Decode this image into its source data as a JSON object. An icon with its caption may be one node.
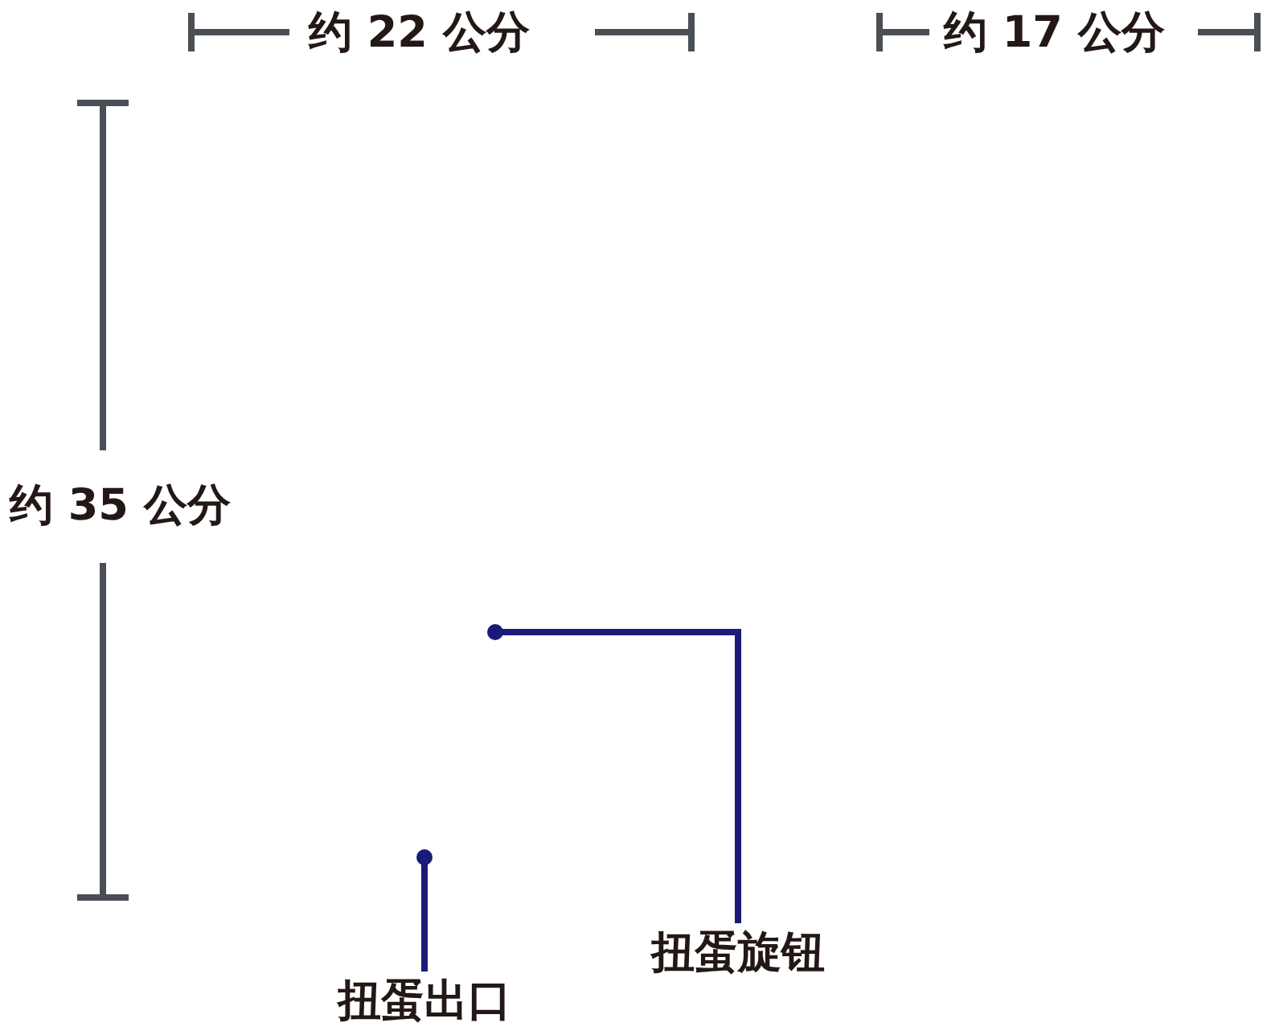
{
  "diagram": {
    "nodes": [
      {
        "text": [
          "扭蛋旋钮"
        ]
      },
      {
        "text": [
          "扭蛋出口"
        ]
      }
    ],
    "edges": [
      {
        "from": 0,
        "to": null,
        "arrow": "other"
      },
      {
        "from": 1,
        "to": null,
        "arrow": "other"
      }
    ],
    "labels": [
      "约 22 公分",
      "约 17 公分",
      "约 35 公分"
    ]
  }
}
